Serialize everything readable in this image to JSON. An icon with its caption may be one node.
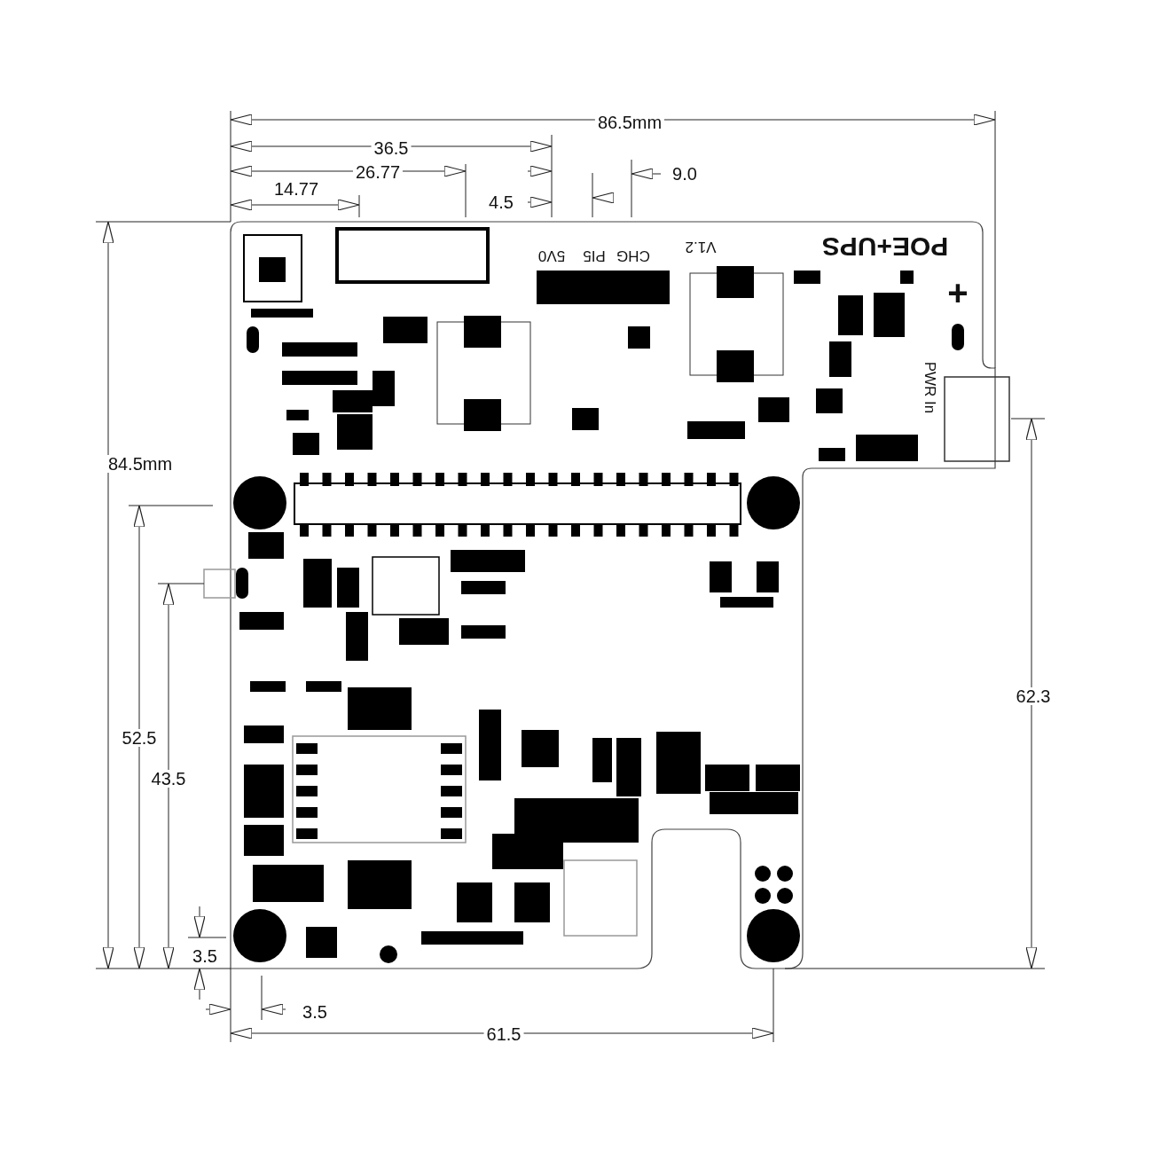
{
  "diagram": {
    "labels": [
      "86.5mm",
      "36.5",
      "26.77",
      "14.77",
      "4.5",
      "9.0",
      "CHG",
      "PI5",
      "5V0",
      "V1.2",
      "POE+UPS",
      "+",
      "PWR In",
      "84.5mm",
      "52.5",
      "43.5",
      "62.3",
      "3.5",
      "3.5",
      "61.5"
    ]
  }
}
